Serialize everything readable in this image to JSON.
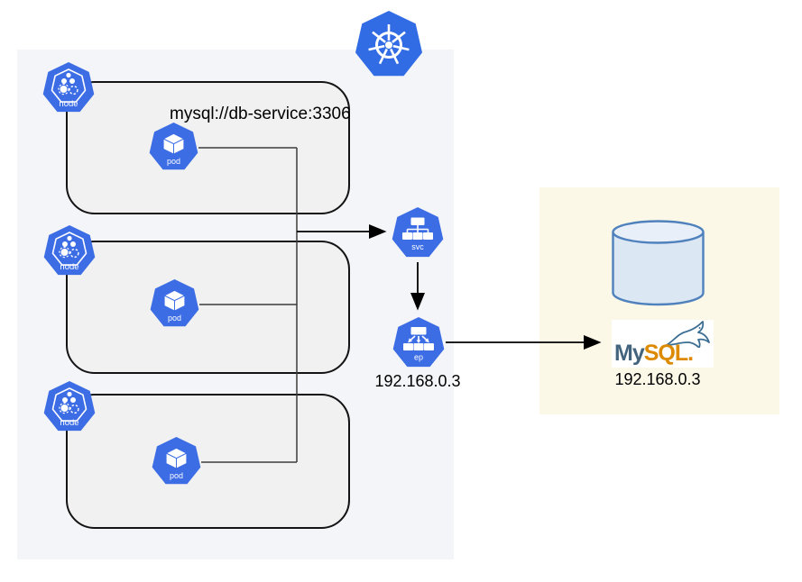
{
  "cluster": {
    "connection_label": "mysql://db-service:3306",
    "nodes": [
      {
        "label": "node",
        "pod_label": "pod"
      },
      {
        "label": "node",
        "pod_label": "pod"
      },
      {
        "label": "node",
        "pod_label": "pod"
      }
    ]
  },
  "service": {
    "label": "svc"
  },
  "endpoint": {
    "label": "ep",
    "ip": "192.168.0.3"
  },
  "database": {
    "ip": "192.168.0.3",
    "brand_my": "My",
    "brand_sql": "SQL",
    "brand_dot": "."
  },
  "colors": {
    "icon_blue": "#3c6de5",
    "kubernetes_blue": "#326ce5",
    "cluster_panel_bg": "#f4f5f9",
    "node_box_fill": "#f1f1f1",
    "db_panel_bg": "#fcf8e8",
    "cylinder_fill": "#dce7f4",
    "cylinder_stroke": "#4f81bd",
    "mysql_blue": "#44647e",
    "mysql_orange": "#de8a00",
    "line_black": "#000000"
  }
}
